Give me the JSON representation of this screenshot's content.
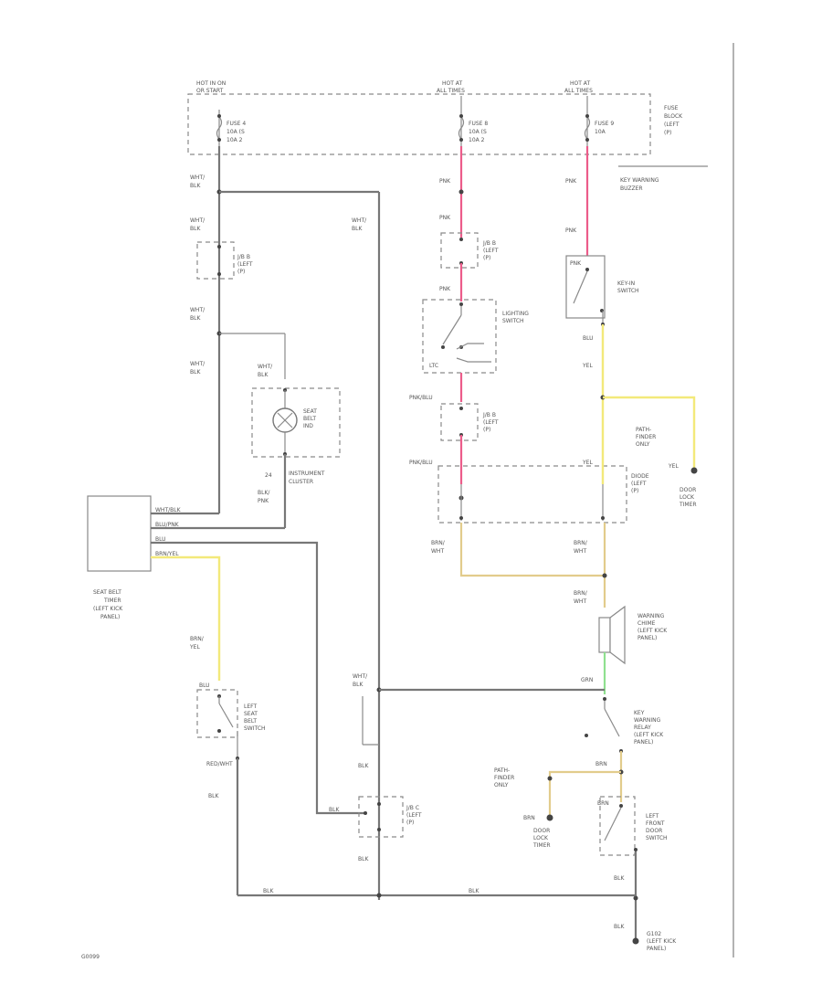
{
  "fuse_top": [
    {
      "hot": "HOT IN ON",
      "hot2": "OR START",
      "fuse": "FUSE 4",
      "amp": "10A (S",
      "amp2": "10A 2"
    },
    {
      "hot": "HOT AT",
      "hot2": "ALL TIMES",
      "fuse": "FUSE 8",
      "amp": "10A (S",
      "amp2": "10A 2"
    },
    {
      "hot": "HOT AT",
      "hot2": "ALL TIMES",
      "fuse": "FUSE 9",
      "amp": "10A",
      "amp2": ""
    }
  ],
  "fuse_block": [
    "FUSE",
    "BLOCK",
    "(LEFT",
    "(P)"
  ],
  "key_warning": [
    "KEY WARNING",
    "BUZZER"
  ],
  "wires": {
    "wht_blk_1": [
      "WHT/",
      "BLK"
    ],
    "wht_blk_2": [
      "WHT/",
      "BLK"
    ],
    "wht_blk_3": [
      "WHT/",
      "BLK"
    ],
    "wht_blk_4": [
      "WHT/",
      "BLK"
    ],
    "wht_blk_5": [
      "WHT/",
      "BLK"
    ],
    "wht_blk_6": [
      "WHT/",
      "BLK"
    ],
    "wht_blk_7": [
      "WHT/",
      "BLK"
    ],
    "pnk_1": "PNK",
    "pnk_2": "PNK",
    "pnk_3": "PNK",
    "pnk_4": "PNK",
    "pnk_5": "PNK",
    "pnk_blu_1": "PNK/BLU",
    "pnk_blu_2": "PNK/BLU",
    "brn_wht_1": [
      "BRN/",
      "WHT"
    ],
    "brn_wht_2": [
      "BRN/",
      "WHT"
    ],
    "brn_wht_3": [
      "BRN/",
      "WHT"
    ],
    "yel_1": "YEL",
    "yel_2": "YEL",
    "yel_3": "YEL",
    "brn_yel": [
      "BRN/",
      "YEL"
    ],
    "grn": "GRN",
    "brn_1": "BRN",
    "brn_2": "BRN",
    "blk_1": "BLK",
    "blk_2": "BLK",
    "blk_3": "BLK",
    "blk_4": "BLK",
    "blk_5": "BLK",
    "blk_6": "BLK",
    "blk_7": "BLK",
    "blk_8": "BLK",
    "blu_1": "BLU",
    "blu_2": "BLU",
    "red_wht": "RED/WHT",
    "n24": "24",
    "blk_pnk": [
      "BLK/",
      "PNK"
    ],
    "timer_1": "WHT/BLK",
    "timer_2": "BLU/PNK",
    "timer_3": "BLU",
    "timer_4": "BRN/YEL"
  },
  "labels": {
    "jb_a": [
      "J/B B",
      "(LEFT",
      "(P)"
    ],
    "jb_b": [
      "J/B B",
      "(LEFT",
      "(P)"
    ],
    "jb_c": [
      "J/B B",
      "(LEFT",
      "(P)"
    ],
    "jb_d": [
      "J/B C",
      "(LEFT",
      "(P)"
    ],
    "lighting_switch": [
      "LIGHTING",
      "SWITCH"
    ],
    "ltc": "LTC",
    "bulb": [
      "SEAT",
      "BELT",
      "IND"
    ],
    "instrument_cluster": [
      "INSTRUMENT",
      "CLUSTER"
    ],
    "key_in_switch": [
      "KEY-IN",
      "SWITCH"
    ],
    "pathfinder_1": [
      "PATH-",
      "FINDER",
      "ONLY"
    ],
    "door_lock_timer_1": [
      "DOOR",
      "LOCK",
      "TIMER"
    ],
    "door_lock_timer_2": [
      "DOOR",
      "LOCK",
      "TIMER"
    ],
    "diode": [
      "DIODE",
      "(LEFT",
      "(P)"
    ],
    "warning_chime": [
      "WARNING",
      "CHIME",
      "(LEFT KICK",
      "PANEL)"
    ],
    "seat_belt_timer": [
      "SEAT BELT",
      "TIMER",
      "(LEFT KICK",
      "PANEL)"
    ],
    "left_seat_belt_switch": [
      "LEFT",
      "SEAT",
      "BELT",
      "SWITCH"
    ],
    "key_warning_relay": [
      "KEY",
      "WARNING",
      "RELAY",
      "(LEFT KICK",
      "PANEL)"
    ],
    "pathfinder_2": [
      "PATH-",
      "FINDER",
      "ONLY"
    ],
    "left_front_door_switch": [
      "LEFT",
      "FRONT",
      "DOOR",
      "SWITCH"
    ],
    "ground": [
      "G102",
      "(LEFT KICK",
      "PANEL)"
    ],
    "code": "G0099"
  }
}
